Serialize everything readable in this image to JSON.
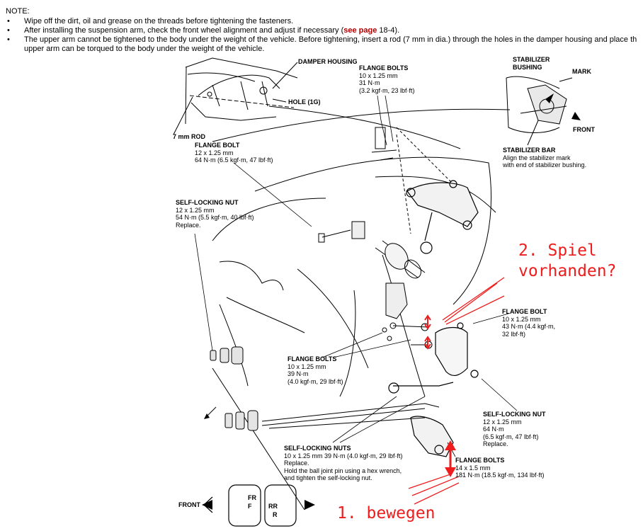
{
  "note": {
    "title": "NOTE:",
    "bullets": [
      {
        "text": "Wipe off the dirt, oil and grease on the threads before tightening the fasteners."
      },
      {
        "pre": "After installing the suspension arm, check the front wheel alignment and adjust if necessary (",
        "link": "see page",
        "post": " 18-4)."
      },
      {
        "text": "The upper arm cannot be tightened to the body under the weight of the vehicle. Before tightening, insert a rod (7 mm in dia.) through the holes in the damper housing and place th upper arm can be torqued to the body under the weight of the vehicle."
      }
    ]
  },
  "callouts": {
    "damper_housing": "DAMPER HOUSING",
    "hole": "HOLE (1G)",
    "rod": "7 mm ROD",
    "flange_bolts_top": {
      "title": "FLANGE BOLTS",
      "lines": [
        "10 x 1.25 mm",
        "31 N·m",
        "(3.2 kgf·m, 23 lbf·ft)"
      ]
    },
    "flange_bolt_upper": {
      "title": "FLANGE BOLT",
      "lines": [
        "12 x 1.25 mm",
        "64 N·m (6.5 kgf·m, 47 lbf·ft)"
      ]
    },
    "stabilizer_bushing": {
      "title": "STABILIZER",
      "title2": "BUSHING"
    },
    "mark": "MARK",
    "front_small": "FRONT",
    "stabilizer_bar": {
      "title": "STABILIZER BAR",
      "lines": [
        "Align the stabilizer mark",
        "with end of stabilizer bushing."
      ]
    },
    "self_locking_nut_left": {
      "title": "SELF-LOCKING NUT",
      "lines": [
        "12 x 1.25 mm",
        "54 N·m (5.5 kgf·m, 40 lbf·ft)",
        "Replace."
      ]
    },
    "flange_bolt_right": {
      "title": "FLANGE BOLT",
      "lines": [
        "10 x 1.25 mm",
        "43 N·m (4.4 kgf·m,",
        "32 lbf·ft)"
      ]
    },
    "flange_bolts_mid": {
      "title": "FLANGE BOLTS",
      "lines": [
        "10 x 1.25 mm",
        "39 N·m",
        "(4.0 kgf·m, 29 lbf·ft)"
      ]
    },
    "self_locking_nut_right": {
      "title": "SELF-LOCKING NUT",
      "lines": [
        "12 x 1.25 mm",
        "64 N·m",
        "(6.5 kgf·m, 47 lbf·ft)",
        "Replace."
      ]
    },
    "self_locking_nuts": {
      "title": "SELF-LOCKING NUTS",
      "lines": [
        "10 x 1.25 mm 39 N·m (4.0 kgf·m, 29 lbf·ft)",
        "Replace.",
        "Hold the ball joint pin using a hex wrench,",
        "and tighten the self-locking nut."
      ]
    },
    "flange_bolts_bottom": {
      "title": "FLANGE BOLTS",
      "lines": [
        "14 x 1.5 mm",
        "181 N·m (18.5 kgf·m, 134 lbf·ft)"
      ]
    }
  },
  "position_key": {
    "front": "FRONT",
    "fr": "FR",
    "f": "F",
    "rr": "RR",
    "r": "R"
  },
  "annotations": {
    "spiel_line1": "2. Spiel",
    "spiel_line2": "vorhanden?",
    "bewegen": "1. bewegen",
    "color": "#ee1c1c"
  }
}
